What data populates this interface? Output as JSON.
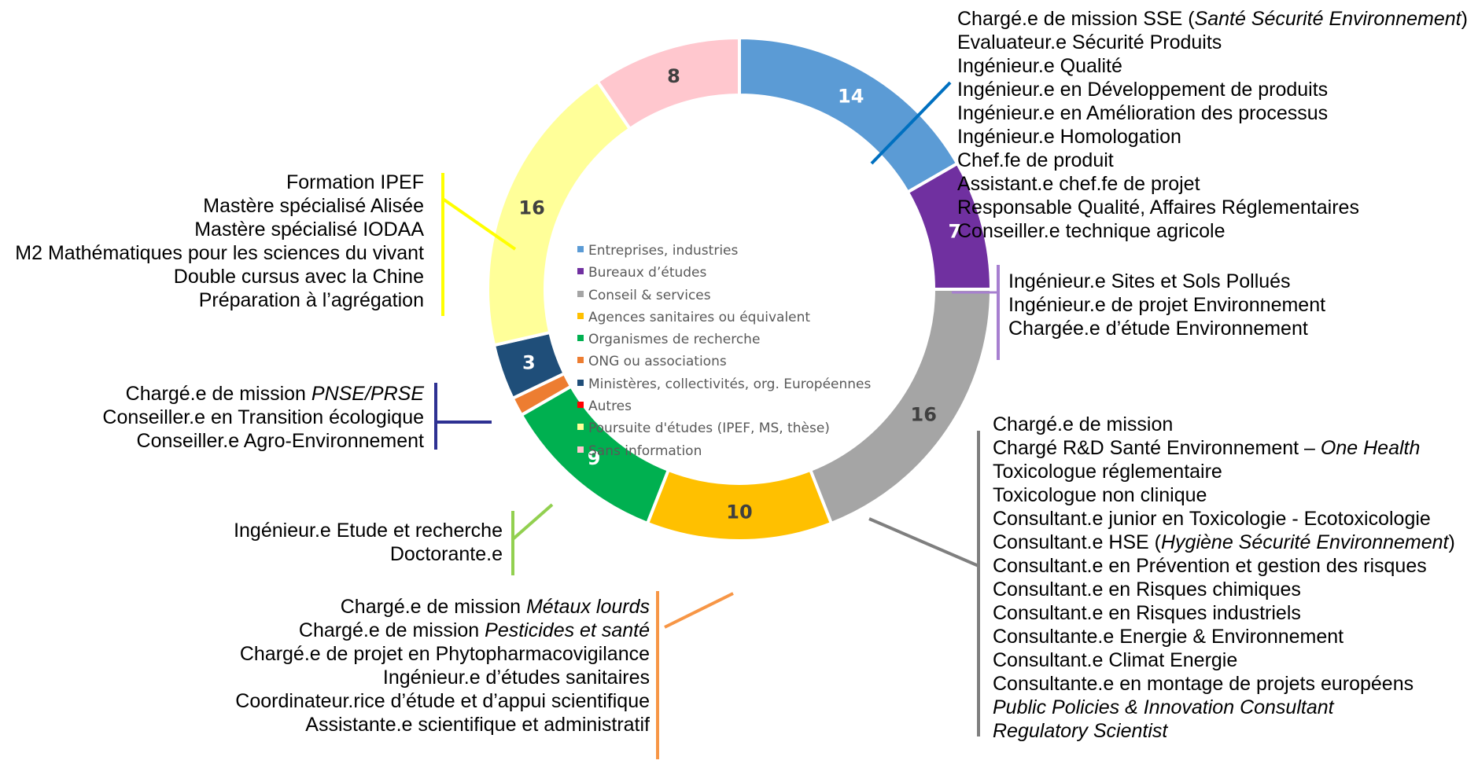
{
  "chart_data": {
    "type": "pie",
    "donut": true,
    "categories": [
      "Entreprises, industries",
      "Bureaux d’études",
      "Conseil & services",
      "Agences sanitaires ou équivalent",
      "Organismes de recherche",
      "ONG ou associations",
      "Ministères, collectivités, org. Européennes",
      "Autres",
      "Poursuite d'études (IPEF, MS, thèse)",
      "Sans information"
    ],
    "values": [
      14,
      7,
      16,
      10,
      9,
      1,
      3,
      0,
      16,
      8
    ],
    "value_labels": [
      "14",
      "7",
      "16",
      "10",
      "9",
      "",
      "3",
      "",
      "16",
      "8"
    ],
    "colors": [
      "#5b9bd5",
      "#7030a0",
      "#a5a5a5",
      "#ffc000",
      "#00b050",
      "#ed7d31",
      "#1f4e79",
      "#ff0000",
      "#ffff99",
      "#ffc7ce"
    ],
    "legend_position": "center"
  },
  "legend": {
    "items": [
      {
        "label": "Entreprises, industries",
        "color": "#5b9bd5"
      },
      {
        "label": "Bureaux d’études",
        "color": "#7030a0"
      },
      {
        "label": "Conseil & services",
        "color": "#a5a5a5"
      },
      {
        "label": "Agences sanitaires ou équivalent",
        "color": "#ffc000"
      },
      {
        "label": "Organismes de recherche",
        "color": "#00b050"
      },
      {
        "label": "ONG ou associations",
        "color": "#ed7d31"
      },
      {
        "label": "Ministères, collectivités, org. Européennes",
        "color": "#1f4e79"
      },
      {
        "label": "Autres",
        "color": "#ff0000"
      },
      {
        "label": "Poursuite d'études (IPEF, MS, thèse)",
        "color": "#ffff99"
      },
      {
        "label": "Sans information",
        "color": "#ffc7ce"
      }
    ]
  },
  "annotations": {
    "entreprises": {
      "color": "#0070c0",
      "lines": [
        [
          {
            "t": "Chargé.e de mission SSE ("
          },
          {
            "t": "Santé Sécurité Environnement",
            "i": true
          },
          {
            "t": ")"
          }
        ],
        [
          {
            "t": "Evaluateur.e Sécurité Produits"
          }
        ],
        [
          {
            "t": "Ingénieur.e Qualité"
          }
        ],
        [
          {
            "t": "Ingénieur.e en Développement de produits"
          }
        ],
        [
          {
            "t": "Ingénieur.e en Amélioration des processus"
          }
        ],
        [
          {
            "t": "Ingénieur.e Homologation"
          }
        ],
        [
          {
            "t": "Chef.fe de produit"
          }
        ],
        [
          {
            "t": "Assistant.e chef.fe de projet"
          }
        ],
        [
          {
            "t": "Responsable Qualité, Affaires Réglementaires"
          }
        ],
        [
          {
            "t": "Conseiller.e technique agricole"
          }
        ]
      ]
    },
    "bureaux": {
      "color": "#a77fd0",
      "lines": [
        [
          {
            "t": "Ingénieur.e Sites et Sols Pollués"
          }
        ],
        [
          {
            "t": "Ingénieur.e de projet Environnement"
          }
        ],
        [
          {
            "t": "Chargée.e d’étude Environnement"
          }
        ]
      ]
    },
    "conseil": {
      "color": "#7f7f7f",
      "lines": [
        [
          {
            "t": "Chargé.e de mission"
          }
        ],
        [
          {
            "t": "Chargé R&D Santé Environnement – "
          },
          {
            "t": "One Health",
            "i": true
          }
        ],
        [
          {
            "t": "Toxicologue réglementaire"
          }
        ],
        [
          {
            "t": "Toxicologue non clinique"
          }
        ],
        [
          {
            "t": "Consultant.e junior en Toxicologie - Ecotoxicologie"
          }
        ],
        [
          {
            "t": "Consultant.e HSE ("
          },
          {
            "t": "Hygiène Sécurité Environnement",
            "i": true
          },
          {
            "t": ")"
          }
        ],
        [
          {
            "t": "Consultant.e en Prévention et gestion des risques"
          }
        ],
        [
          {
            "t": "Consultant.e en Risques chimiques"
          }
        ],
        [
          {
            "t": "Consultant.e en Risques industriels"
          }
        ],
        [
          {
            "t": "Consultante.e Energie & Environnement"
          }
        ],
        [
          {
            "t": "Consultant.e Climat Energie"
          }
        ],
        [
          {
            "t": "Consultante.e en montage de projets européens"
          }
        ],
        [
          {
            "t": "Public Policies & Innovation Consultant",
            "i": true
          }
        ],
        [
          {
            "t": "Regulatory Scientist",
            "i": true
          }
        ]
      ]
    },
    "agences": {
      "color": "#f79646",
      "lines": [
        [
          {
            "t": "Chargé.e de mission "
          },
          {
            "t": "Métaux lourds",
            "i": true
          }
        ],
        [
          {
            "t": "Chargé.e de mission "
          },
          {
            "t": "Pesticides et santé",
            "i": true
          }
        ],
        [
          {
            "t": "Chargé.e de projet en Phytopharmacovigilance"
          }
        ],
        [
          {
            "t": "Ingénieur.e d’études sanitaires"
          }
        ],
        [
          {
            "t": "Coordinateur.rice d’étude et d’appui scientifique"
          }
        ],
        [
          {
            "t": "Assistante.e scientifique et administratif"
          }
        ]
      ]
    },
    "recherche": {
      "color": "#92d050",
      "lines": [
        [
          {
            "t": "Ingénieur.e Etude et recherche"
          }
        ],
        [
          {
            "t": "Doctorante.e"
          }
        ]
      ]
    },
    "ministeres": {
      "color": "#2e3192",
      "lines": [
        [
          {
            "t": "Chargé.e de mission "
          },
          {
            "t": "PNSE/PRSE",
            "i": true
          }
        ],
        [
          {
            "t": "Conseiller.e en Transition écologique"
          }
        ],
        [
          {
            "t": "Conseiller.e Agro-Environnement"
          }
        ]
      ]
    },
    "poursuite": {
      "color": "#ffff00",
      "lines": [
        [
          {
            "t": "Formation IPEF"
          }
        ],
        [
          {
            "t": "Mastère spécialisé Alisée"
          }
        ],
        [
          {
            "t": "Mastère spécialisé IODAA"
          }
        ],
        [
          {
            "t": "M2 Mathématiques pour les sciences du vivant"
          }
        ],
        [
          {
            "t": "Double cursus avec la Chine"
          }
        ],
        [
          {
            "t": "Préparation à l’agrégation"
          }
        ]
      ]
    }
  }
}
